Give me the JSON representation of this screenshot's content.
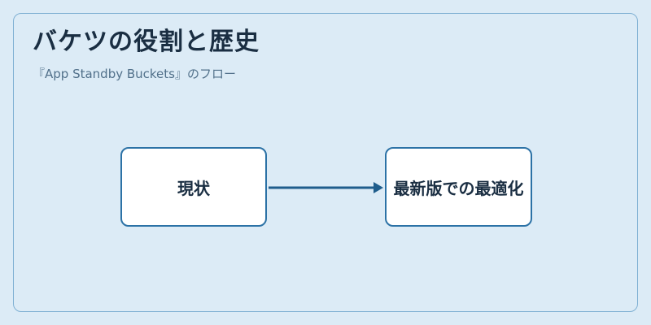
{
  "diagram": {
    "title": "バケツの役割と歴史",
    "subtitle": "『App Standby Buckets』のフロー",
    "nodes": [
      {
        "label": "現状"
      },
      {
        "label": "最新版での最適化"
      }
    ],
    "edges": [
      {
        "from": "現状",
        "to": "最新版での最適化"
      }
    ],
    "colors": {
      "background": "#dcebf6",
      "frame_border": "#7fb0d3",
      "node_border": "#2c72a6",
      "node_fill": "#ffffff",
      "arrow": "#1f5d8c",
      "title_text": "#1a2e42",
      "subtitle_text": "#51708a"
    }
  }
}
